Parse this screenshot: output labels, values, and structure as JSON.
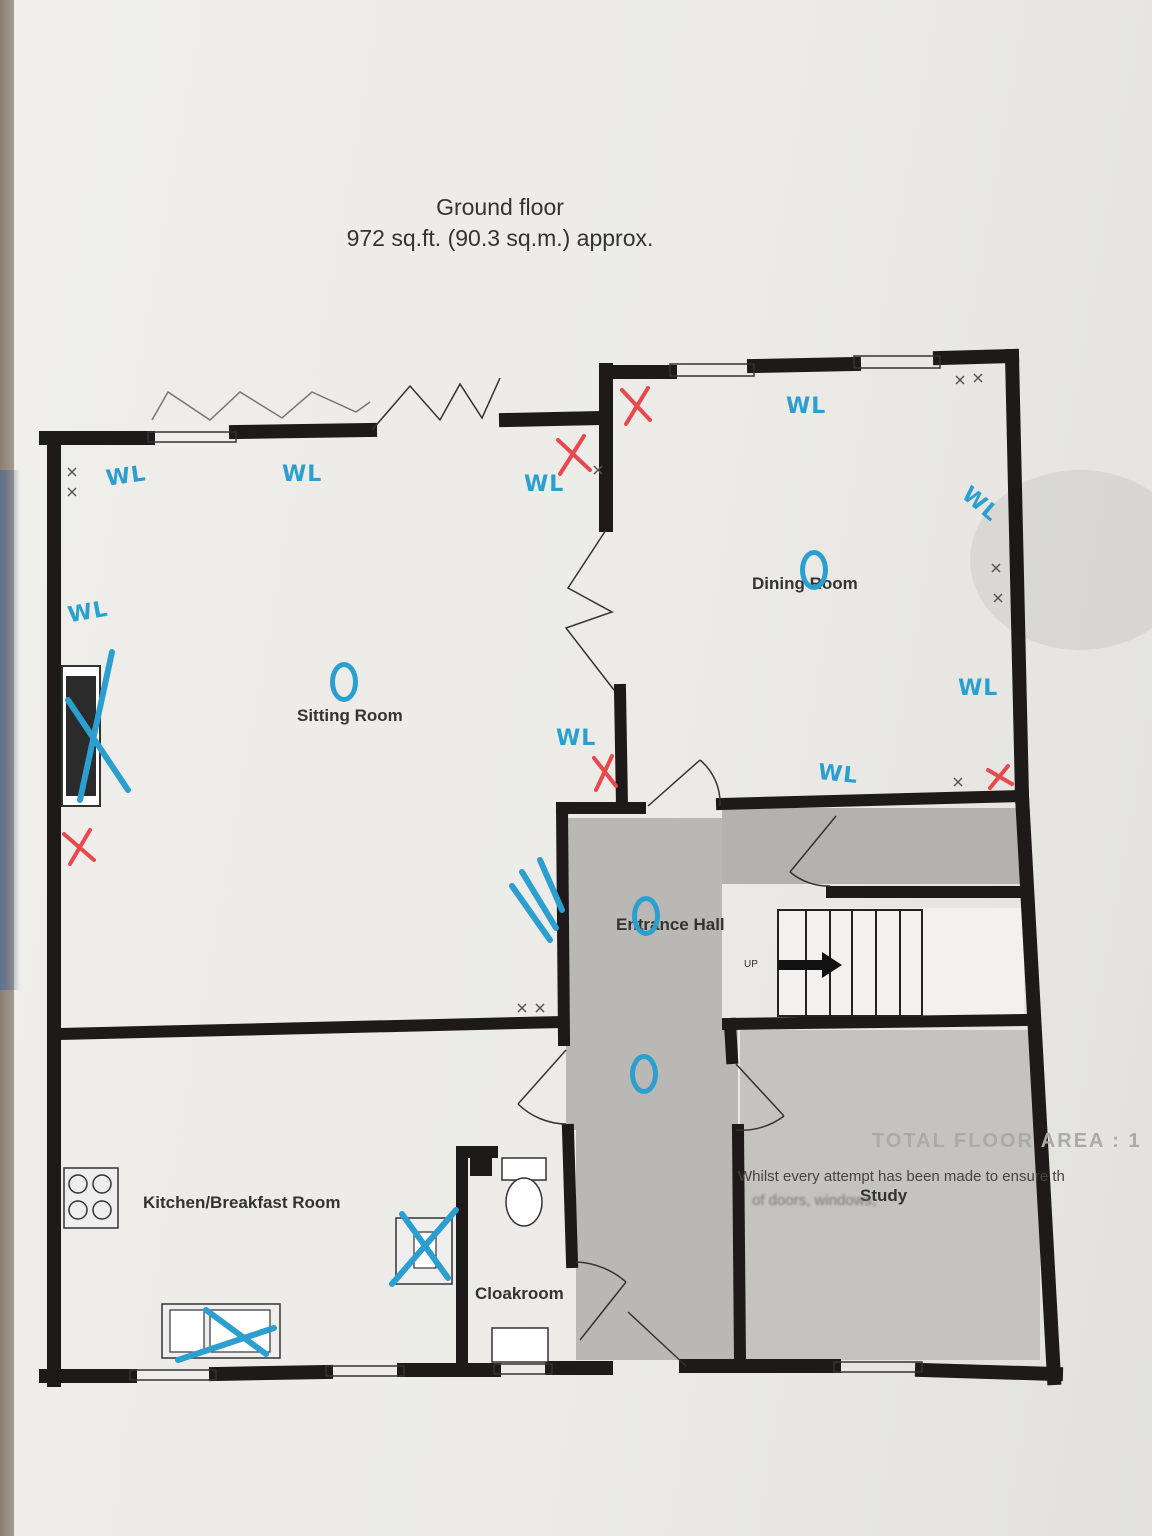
{
  "header": {
    "title": "Ground floor",
    "area": "972 sq.ft. (90.3 sq.m.) approx."
  },
  "rooms": {
    "sitting_room": "Sitting Room",
    "dining_room": "Dining Room",
    "entrance_hall": "Entrance Hall",
    "kitchen": "Kitchen/Breakfast Room",
    "cloakroom": "Cloakroom",
    "study": "Study"
  },
  "stairs": {
    "up_label": "UP"
  },
  "annotations": {
    "wl": "WL",
    "circle": "O",
    "cross": "X"
  },
  "footer": {
    "total_area": "TOTAL FLOOR AREA : 1",
    "disclaimer": "Whilst every attempt has been made to ensure th",
    "disclaimer_cont": "of doors, windows,"
  },
  "colors": {
    "wall": "#1e1a1a",
    "hall_fill": "#b9b8b4",
    "blue_marker": "#2a9fd0",
    "red_marker": "#e8484e"
  }
}
